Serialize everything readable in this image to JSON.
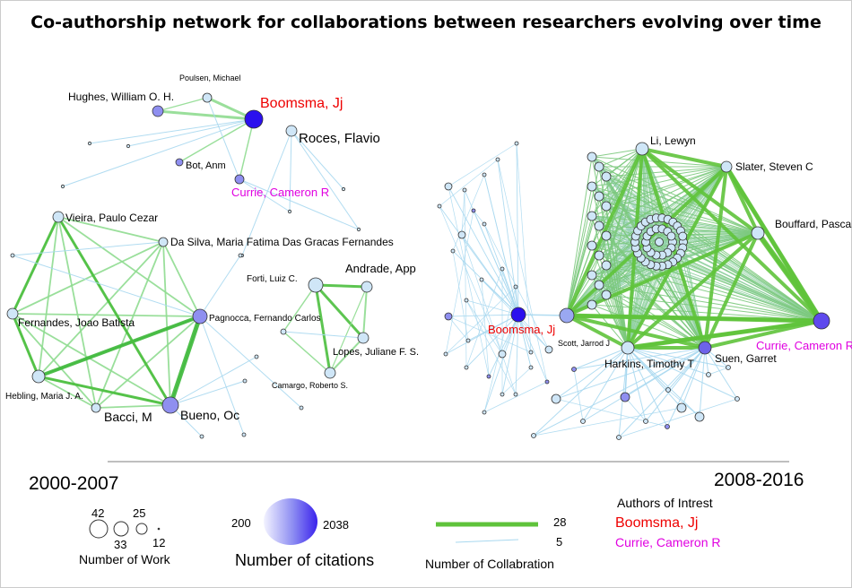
{
  "title": "Co-authorship network for collaborations between researchers evolving over time",
  "periods": {
    "left": "2000-2007",
    "right": "2008-2016"
  },
  "nodes_left": [
    {
      "id": "boomsma_l",
      "label": "Boomsma, Jj",
      "role": "interest-1"
    },
    {
      "id": "poulsen",
      "label": "Poulsen, Michael"
    },
    {
      "id": "hughes",
      "label": "Hughes, William O. H."
    },
    {
      "id": "roces",
      "label": "Roces, Flavio"
    },
    {
      "id": "bot",
      "label": "Bot, Anm"
    },
    {
      "id": "currie_l",
      "label": "Currie, Cameron R",
      "role": "interest-2"
    },
    {
      "id": "vieira",
      "label": "Vieira, Paulo Cezar"
    },
    {
      "id": "dasilva",
      "label": "Da Silva, Maria Fatima Das Gracas Fernandes"
    },
    {
      "id": "fernandes",
      "label": "Fernandes, Joao Batista"
    },
    {
      "id": "pagnocca",
      "label": "Pagnocca, Fernando Carlos"
    },
    {
      "id": "hebling",
      "label": "Hebling, Maria J. A."
    },
    {
      "id": "bacci",
      "label": "Bacci, M"
    },
    {
      "id": "bueno",
      "label": "Bueno, Oc"
    },
    {
      "id": "forti",
      "label": "Forti, Luiz C."
    },
    {
      "id": "andrade",
      "label": "Andrade, App"
    },
    {
      "id": "lopes",
      "label": "Lopes, Juliane F. S."
    },
    {
      "id": "camargo",
      "label": "Camargo, Roberto S."
    }
  ],
  "nodes_right": [
    {
      "id": "li",
      "label": "Li, Lewyn"
    },
    {
      "id": "slater",
      "label": "Slater, Steven C"
    },
    {
      "id": "bouffard",
      "label": "Bouffard, Pascal"
    },
    {
      "id": "currie_r",
      "label": "Currie, Cameron R",
      "role": "interest-2"
    },
    {
      "id": "suen",
      "label": "Suen, Garret"
    },
    {
      "id": "harkins",
      "label": "Harkins, Timothy T"
    },
    {
      "id": "scott",
      "label": "Scott, Jarrod J"
    },
    {
      "id": "boomsma_r",
      "label": "Boomsma, Jj",
      "role": "interest-1"
    }
  ],
  "legend": {
    "work": {
      "title": "Number of Work",
      "values": [
        "42",
        "33",
        "25",
        "12"
      ]
    },
    "citations": {
      "title": "Number of citations",
      "min": "200",
      "max": "2038"
    },
    "collab": {
      "title": "Number of Collabration",
      "max": "28",
      "min": "5"
    },
    "interest": {
      "title": "Authors of Intrest",
      "author1": "Boomsma, Jj",
      "author2": "Currie, Cameron R"
    }
  },
  "colors": {
    "interest1": "#ee0000",
    "interest2": "#e000e0",
    "edge_strong": "#5fc33b",
    "edge_weak": "#a8d8ef",
    "node_low": "#cfe6f7",
    "node_high": "#2b10ee"
  }
}
